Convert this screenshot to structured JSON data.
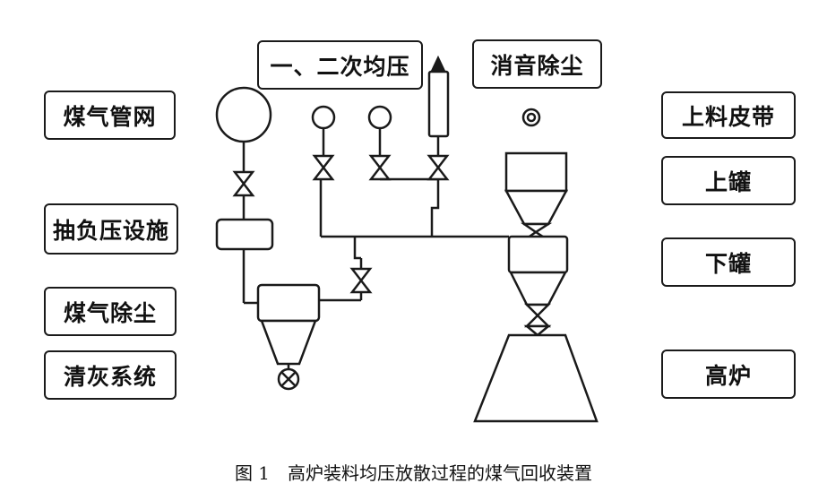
{
  "labels": {
    "left": {
      "gas_network": "煤气管网",
      "negative_pressure": "抽负压设施",
      "gas_dedusting": "煤气除尘",
      "ash_cleaning": "清灰系统"
    },
    "top": {
      "equalizing": "一、二次均压",
      "silencer": "消音除尘"
    },
    "right": {
      "belt": "上料皮带",
      "upper_tank": "上罐",
      "lower_tank": "下罐",
      "furnace": "高炉"
    }
  },
  "caption": "图 1　高炉装料均压放散过程的煤气回收装置"
}
